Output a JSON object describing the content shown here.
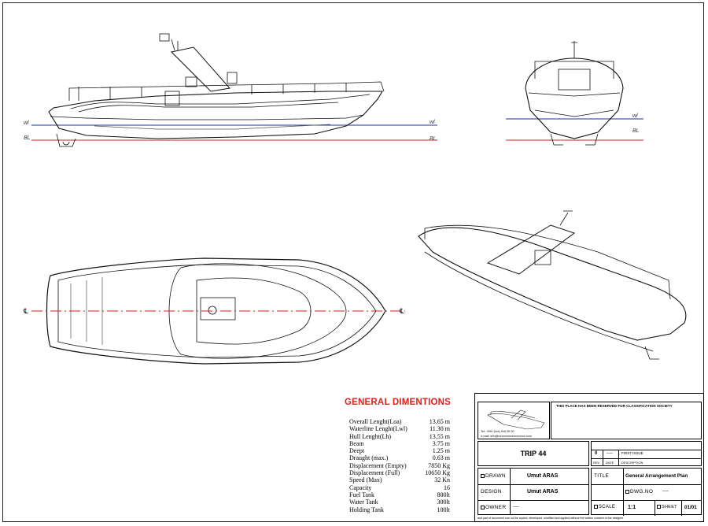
{
  "drawing": {
    "waterline_label": "wl",
    "baseline_label": "BL",
    "centerline_label": "℄",
    "colors": {
      "waterline": "#1e2ea8",
      "baseline": "#d41d1d",
      "centerline": "#d41d1d",
      "title": "#e0211b"
    }
  },
  "general_dimensions": {
    "title": "GENERAL DIMENTIONS",
    "rows": [
      {
        "label": "Overall Lenght(Loa)",
        "value": "13.65 m"
      },
      {
        "label": "Waterline Lenght(Lwl)",
        "value": "11.30 m"
      },
      {
        "label": "Hull Lenght(Lh)",
        "value": "13.55 m"
      },
      {
        "label": "Beam",
        "value": "3.75 m"
      },
      {
        "label": "Deept",
        "value": "1.25 m"
      },
      {
        "label": "Draught (max.)",
        "value": "0.63 m"
      },
      {
        "label": "Displacement (Empty)",
        "value": "7850 Kg"
      },
      {
        "label": "Displacement (Full)",
        "value": "10650 Kg"
      },
      {
        "label": "Speed (Max)",
        "value": "32 Kn"
      },
      {
        "label": "Capacity",
        "value": "16"
      },
      {
        "label": "Fuel Tank",
        "value": "800lt"
      },
      {
        "label": "Water Tank",
        "value": "300lt"
      },
      {
        "label": "Holding Tank",
        "value": "100lt"
      }
    ]
  },
  "title_block": {
    "classification_note": "THIS PLACE HAS BEEN RESERVED FOR CLASSIFICATION SOCIETY",
    "contact_line1": "Tel: +090 (xxx) 0x0 00 00",
    "contact_line2": "e-mail: info@xxxxxxxxxxxxxxxxxx.com",
    "project_name": "TRIP 44",
    "revision": {
      "rev": "0",
      "date": "----",
      "description": "FIRST ISSUE"
    },
    "rev_headers": {
      "rev": "REV",
      "date": "DATE",
      "description": "DESCRIPTION"
    },
    "drawn_label": "DRAWN",
    "drawn_value": "Umut ARAS",
    "design_label": "DESIGN",
    "design_value": "Umut ARAS",
    "owner_label": "OWNER",
    "owner_value": "----",
    "title_label": "TITLE",
    "title_value": "General Arrangement Plan",
    "dwg_label": "DWG.NO",
    "dwg_value": "----",
    "scale_label": "SCALE",
    "scale_value": "1:1",
    "sheet_label": "SHEET",
    "sheet_value": "01/01",
    "footer_note": "and part of document can not be copied, developed, modified and applied without the written consent of the designer"
  }
}
